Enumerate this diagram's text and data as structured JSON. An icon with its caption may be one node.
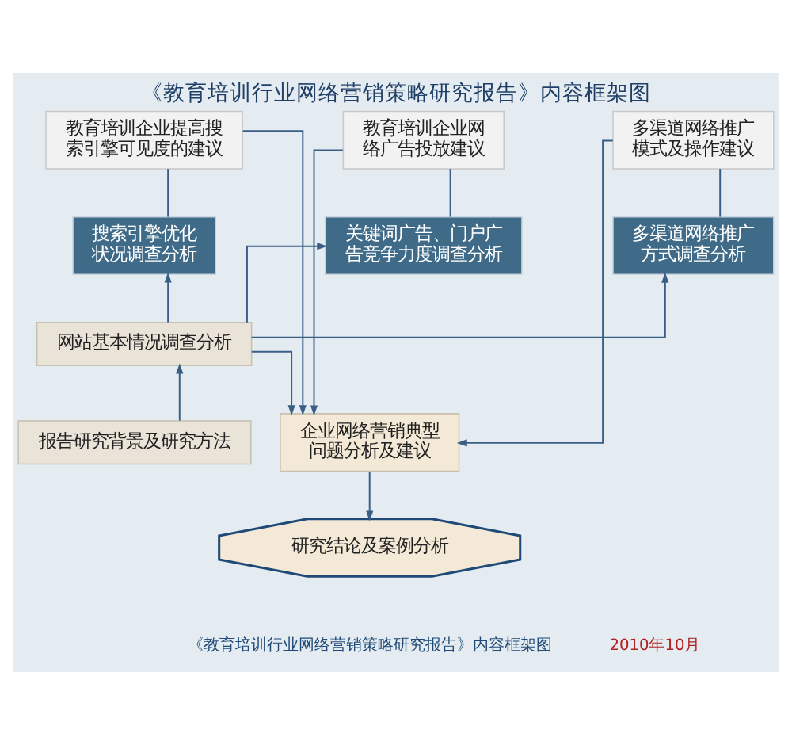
{
  "diagram": {
    "title": "《教育培训行业网络营销策略研究报告》内容框架图",
    "caption": "《教育培训行业网络营销策略研究报告》内容框架图",
    "nodes": [
      {
        "text": [
          "教育培训企业提高搜索引擎可见度的建议"
        ]
      },
      {
        "text": [
          "教育培训企业网络广告投放建议"
        ]
      },
      {
        "text": [
          "多渠道网络推广模式及操作建议"
        ]
      },
      {
        "text": [
          "搜索引擎优化状况调查分析"
        ]
      },
      {
        "text": [
          "关键词广告、门户广告竞争力度调查分析"
        ]
      },
      {
        "text": [
          "多渠道网络推广方式调查分析"
        ]
      },
      {
        "text": [
          "网站基本情况调查分析"
        ]
      },
      {
        "text": [
          "报告研究背景及研究方法"
        ]
      },
      {
        "text": [
          "企业网络营销典型问题分析及建议"
        ]
      },
      {
        "text": [
          "研究结论及案例分析"
        ]
      }
    ],
    "edges": [
      {
        "from": 7,
        "to": 6,
        "arrow": "to"
      },
      {
        "from": 6,
        "to": 3,
        "arrow": "to"
      },
      {
        "from": 6,
        "to": 4,
        "arrow": "to"
      },
      {
        "from": 6,
        "to": 5,
        "arrow": "to"
      },
      {
        "from": 3,
        "to": 0,
        "arrow": "none"
      },
      {
        "from": 4,
        "to": 1,
        "arrow": "none"
      },
      {
        "from": 5,
        "to": 2,
        "arrow": "none"
      },
      {
        "from": 0,
        "to": 8,
        "arrow": "to"
      },
      {
        "from": 1,
        "to": 8,
        "arrow": "to"
      },
      {
        "from": 2,
        "to": 8,
        "arrow": "to"
      },
      {
        "from": 6,
        "to": 8,
        "arrow": "to"
      },
      {
        "from": 8,
        "to": 9,
        "arrow": "to"
      }
    ],
    "labels": [
      "2010年10月"
    ]
  }
}
